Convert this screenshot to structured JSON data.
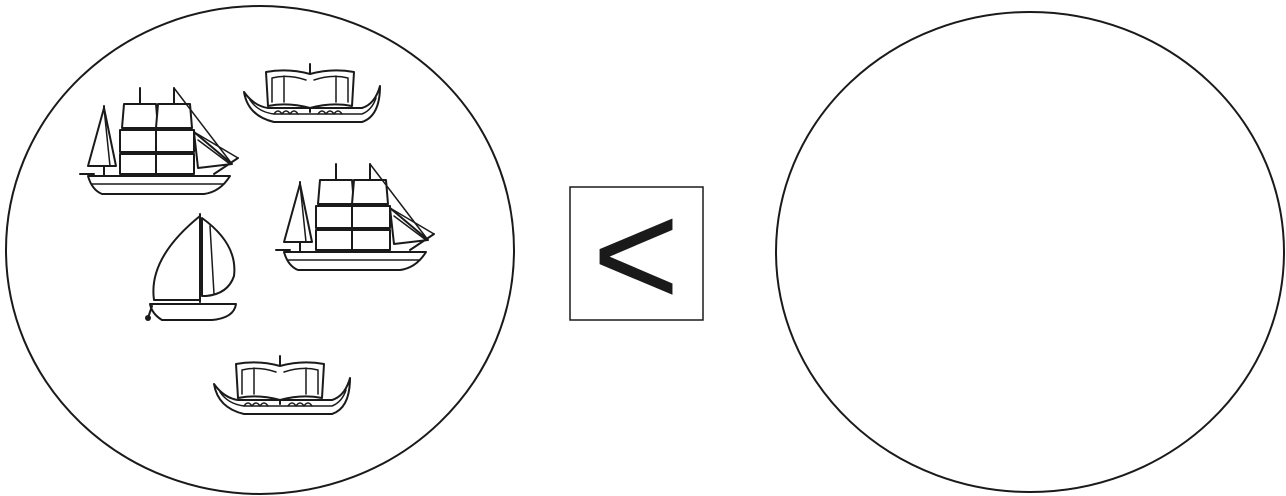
{
  "comparison": {
    "symbol": "<",
    "left_group": {
      "items": [
        {
          "kind": "tall-ship",
          "icon": "tall-ship-icon"
        },
        {
          "kind": "galley",
          "icon": "galley-icon"
        },
        {
          "kind": "tall-ship",
          "icon": "tall-ship-icon"
        },
        {
          "kind": "sailboat",
          "icon": "sailboat-icon"
        },
        {
          "kind": "galley",
          "icon": "galley-icon"
        }
      ]
    },
    "right_group": {
      "items": []
    }
  }
}
